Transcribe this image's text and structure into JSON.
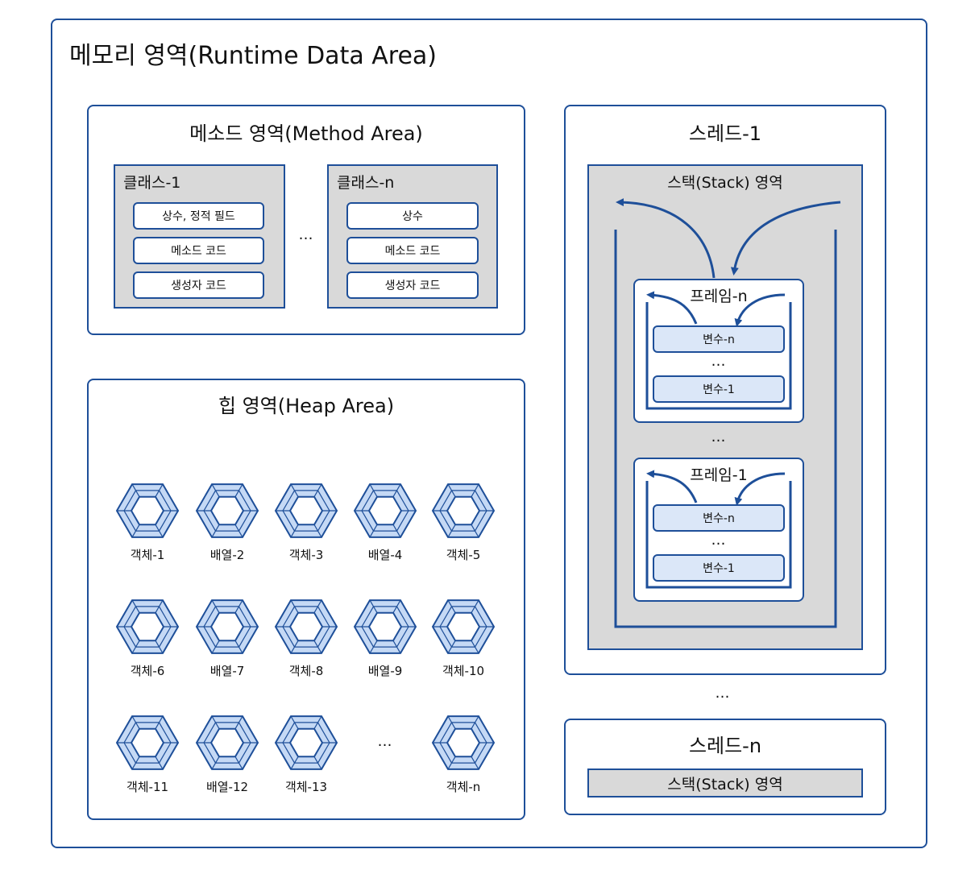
{
  "runtime_area": {
    "title": "메모리 영역(Runtime Data Area)",
    "method_area": {
      "title": "메소드 영역(Method Area)",
      "class_first": {
        "title": "클래스-1",
        "items": [
          "상수, 정적 필드",
          "메소드 코드",
          "생성자 코드"
        ]
      },
      "ellipsis": "…",
      "class_last": {
        "title": "클래스-n",
        "items": [
          "상수",
          "메소드 코드",
          "생성자 코드"
        ]
      }
    },
    "heap_area": {
      "title": "힙 영역(Heap Area)",
      "objects": [
        "객체-1",
        "배열-2",
        "객체-3",
        "배열-4",
        "객체-5",
        "객체-6",
        "배열-7",
        "객체-8",
        "배열-9",
        "객체-10",
        "객체-11",
        "배열-12",
        "객체-13",
        "객체-n"
      ],
      "ellipsis": "…"
    },
    "thread_first": {
      "title": "스레드-1",
      "stack_title": "스택(Stack) 영역",
      "frame_top": {
        "title": "프레임-n",
        "var_top": "변수-n",
        "dots": "…",
        "var_bottom": "변수-1"
      },
      "frames_dots": "…",
      "frame_bottom": {
        "title": "프레임-1",
        "var_top": "변수-n",
        "dots": "…",
        "var_bottom": "변수-1"
      }
    },
    "threads_dots": "…",
    "thread_last": {
      "title": "스레드-n",
      "stack_title": "스택(Stack) 영역"
    }
  },
  "colors": {
    "border": "#1e4f99",
    "panel_gray": "#d9d9d9",
    "var_fill": "#dbe7f8",
    "hex_fill": "#c5d9f5"
  }
}
